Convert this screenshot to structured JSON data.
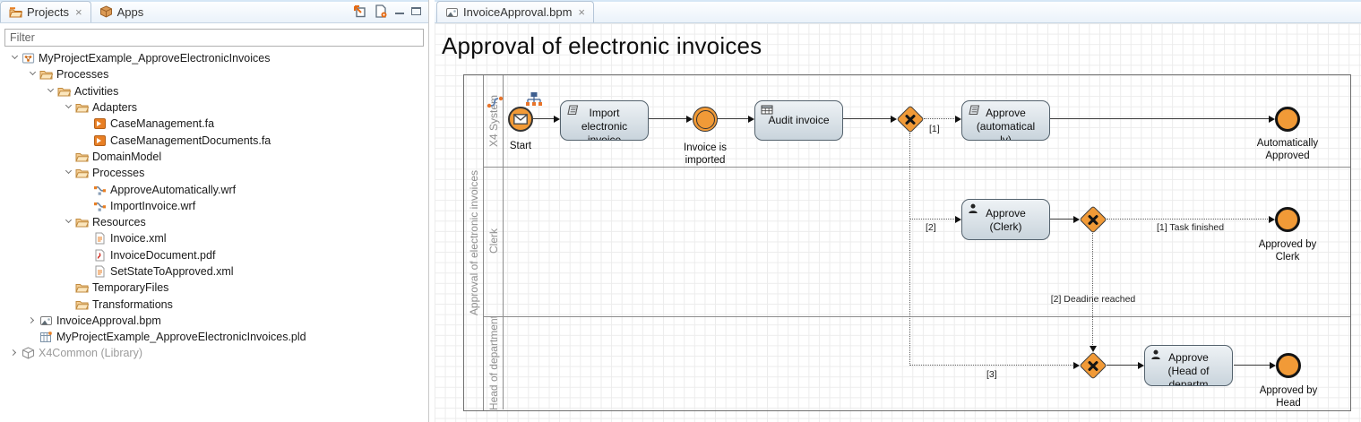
{
  "left_panel": {
    "tabs": [
      {
        "label": "Projects",
        "close": "×"
      },
      {
        "label": "Apps"
      }
    ],
    "filter_placeholder": "Filter",
    "tree": [
      {
        "label": "MyProjectExample_ApproveElectronicInvoices"
      },
      {
        "label": "Processes"
      },
      {
        "label": "Activities"
      },
      {
        "label": "Adapters"
      },
      {
        "label": "CaseManagement.fa"
      },
      {
        "label": "CaseManagementDocuments.fa"
      },
      {
        "label": "DomainModel"
      },
      {
        "label": "Processes"
      },
      {
        "label": "ApproveAutomatically.wrf"
      },
      {
        "label": "ImportInvoice.wrf"
      },
      {
        "label": "Resources"
      },
      {
        "label": "Invoice.xml"
      },
      {
        "label": "InvoiceDocument.pdf"
      },
      {
        "label": "SetStateToApproved.xml"
      },
      {
        "label": "TemporaryFiles"
      },
      {
        "label": "Transformations"
      },
      {
        "label": "InvoiceApproval.bpm"
      },
      {
        "label": "MyProjectExample_ApproveElectronicInvoices.pld"
      },
      {
        "label": "X4Common (Library)"
      }
    ]
  },
  "editor": {
    "tab": {
      "label": "InvoiceApproval.bpm",
      "close": "×"
    },
    "title": "Approval of electronic invoices",
    "pool": {
      "label": "Approval of electronic invoices",
      "lanes": [
        {
          "label": "X4 System"
        },
        {
          "label": "Clerk"
        },
        {
          "label": "Head of department"
        }
      ]
    },
    "nodes": {
      "start_event": {
        "label": "Start"
      },
      "import_task": {
        "label": "Import\nelectronic\ninvoice"
      },
      "invoice_imported_event": {
        "label": "Invoice is\nimported"
      },
      "audit_task": {
        "label": "Audit invoice"
      },
      "approve_auto_task": {
        "label": "Approve\n(automatical\nly)"
      },
      "auto_end_event": {
        "label": "Automatically\nApproved"
      },
      "approve_clerk_task": {
        "label": "Approve\n(Clerk)"
      },
      "clerk_end_event": {
        "label": "Approved by\nClerk"
      },
      "approve_head_task": {
        "label": "Approve\n(Head of\ndepartm"
      },
      "head_end_event": {
        "label": "Approved by\nHead"
      }
    },
    "flow_labels": {
      "cond1": "[1]",
      "cond2": "[2]",
      "cond3": "[3]",
      "task_finished": "[1] Task finished",
      "deadline_reached": "[2] Deadine reached"
    }
  },
  "colors": {
    "bpmn_orange": "#f19a37",
    "task_fill_top": "#eef2f5",
    "task_fill_bottom": "#c9d4dc",
    "lane_text": "#8f8f8f",
    "tabstrip_blue": "#eaf2fa"
  }
}
